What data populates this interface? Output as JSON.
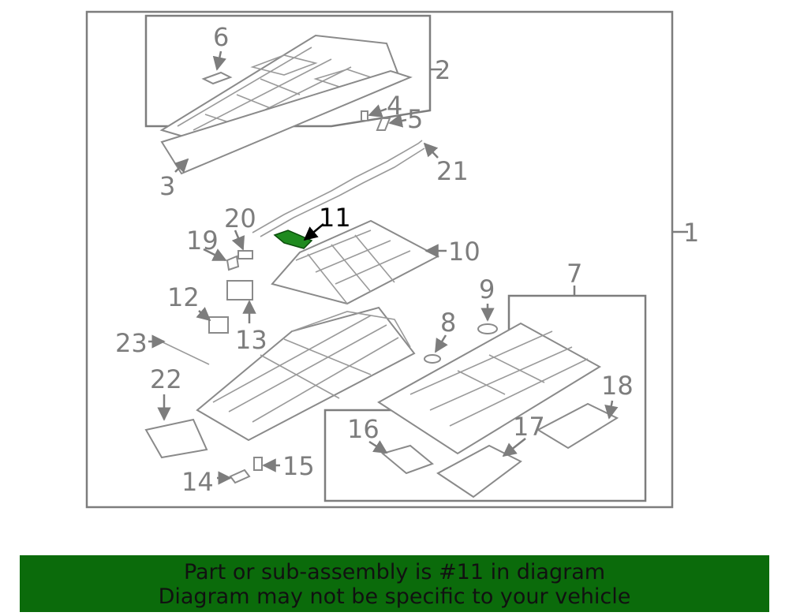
{
  "callouts": {
    "c1": "1",
    "c2": "2",
    "c3": "3",
    "c4": "4",
    "c5": "5",
    "c6": "6",
    "c7": "7",
    "c8": "8",
    "c9": "9",
    "c10": "10",
    "c11": "11",
    "c12": "12",
    "c13": "13",
    "c14": "14",
    "c15": "15",
    "c16": "16",
    "c17": "17",
    "c18": "18",
    "c19": "19",
    "c20": "20",
    "c21": "21",
    "c22": "22",
    "c23": "23"
  },
  "highlight_color": "#1f8a1f",
  "banner": {
    "line1": "Part or sub-assembly is #11 in diagram",
    "line2": "Diagram may not be specific to your vehicle",
    "background": "#0b6b0b"
  }
}
